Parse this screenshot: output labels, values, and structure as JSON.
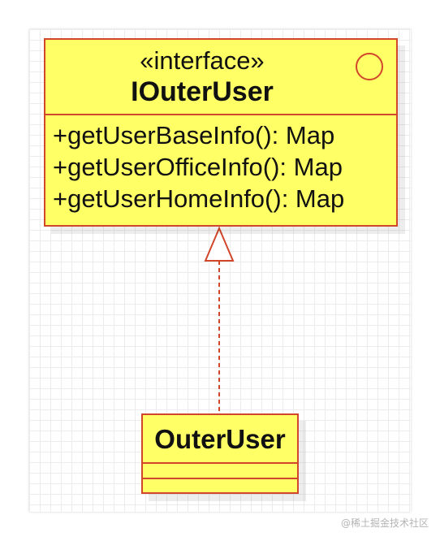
{
  "interface": {
    "stereotype": "«interface»",
    "name": "IOuterUser",
    "methods": [
      "+getUserBaseInfo(): Map",
      "+getUserOfficeInfo(): Map",
      "+getUserHomeInfo(): Map"
    ]
  },
  "class": {
    "name": "OuterUser"
  },
  "relationship": {
    "type": "realization",
    "from": "OuterUser",
    "to": "IOuterUser"
  },
  "colors": {
    "fill": "#ffff66",
    "stroke": "#d2462b",
    "grid": "#ececec"
  },
  "watermark": "@稀土掘金技术社区"
}
